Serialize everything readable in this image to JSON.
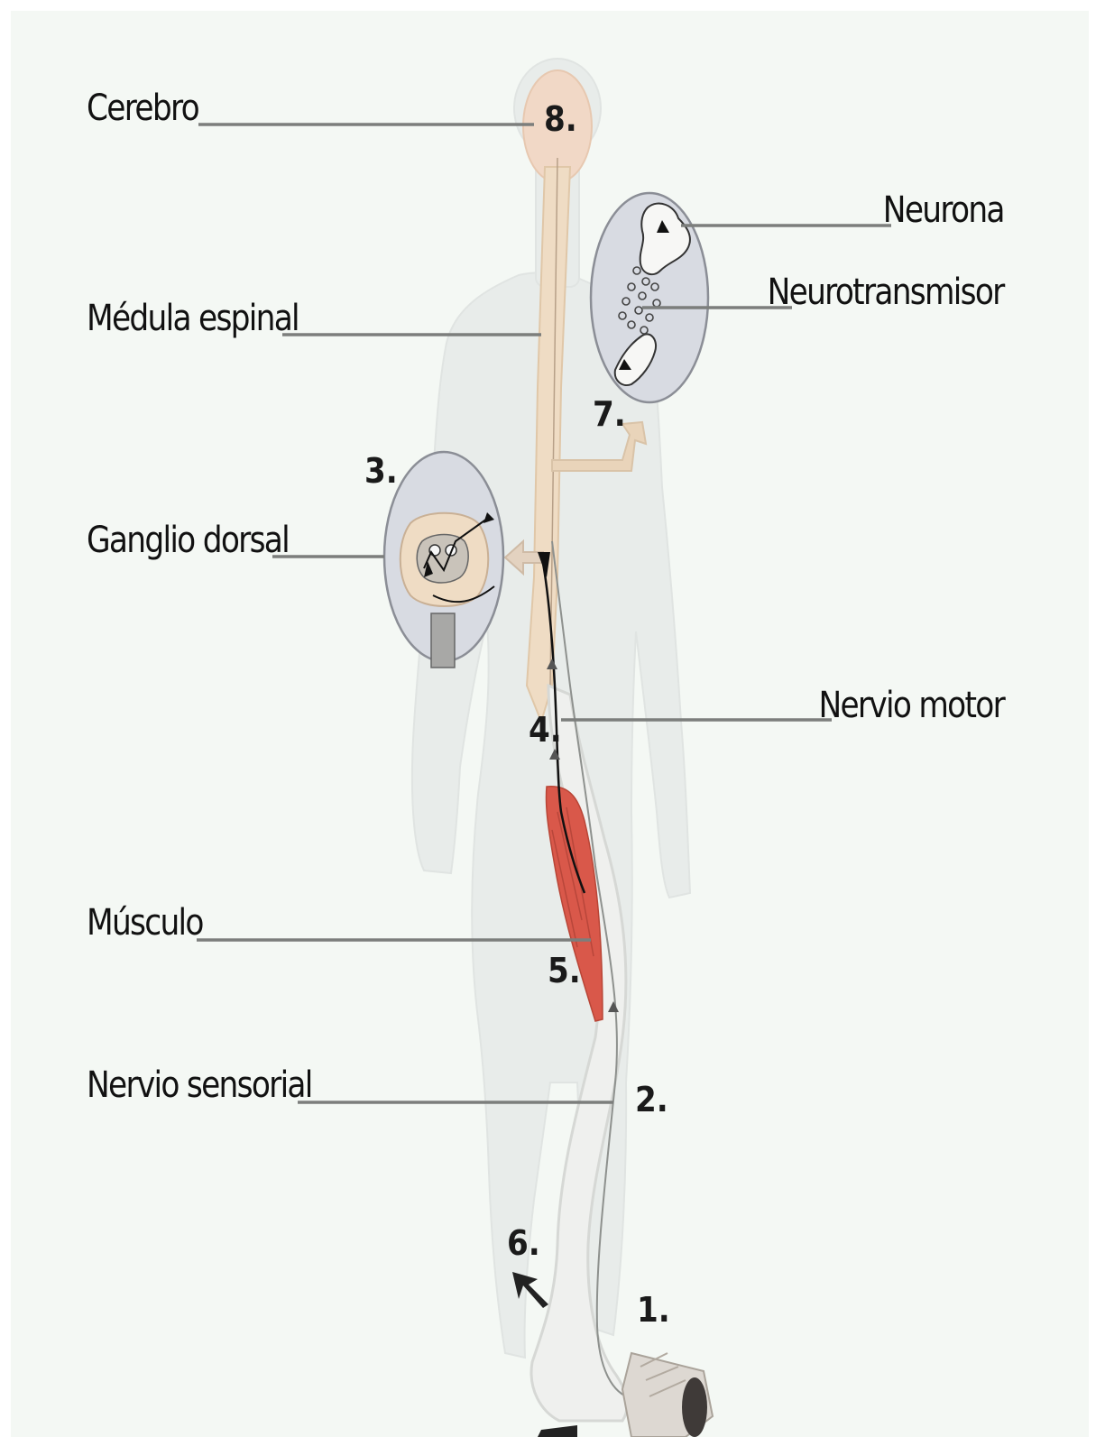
{
  "labels": {
    "cerebro": "Cerebro",
    "medula": "Médula espinal",
    "ganglio": "Ganglio dorsal",
    "musculo": "Músculo",
    "nervio_sensorial": "Nervio sensorial",
    "neurona": "Neurona",
    "neurotransmisor": "Neurotransmisor",
    "nervio_motor": "Nervio motor"
  },
  "steps": {
    "s1": "1.",
    "s2": "2.",
    "s3": "3.",
    "s4": "4.",
    "s5": "5.",
    "s6": "6.",
    "s7": "7.",
    "s8": "8."
  },
  "colors": {
    "background": "#f4f8f4",
    "body_silhouette": "#e9ecea",
    "spinal_cord": "#efdcc4",
    "brain": "#f1d7c4",
    "inset_circle": "#d8dbe2",
    "muscle": "#d9584a",
    "leader_line": "#7c7e7c"
  }
}
